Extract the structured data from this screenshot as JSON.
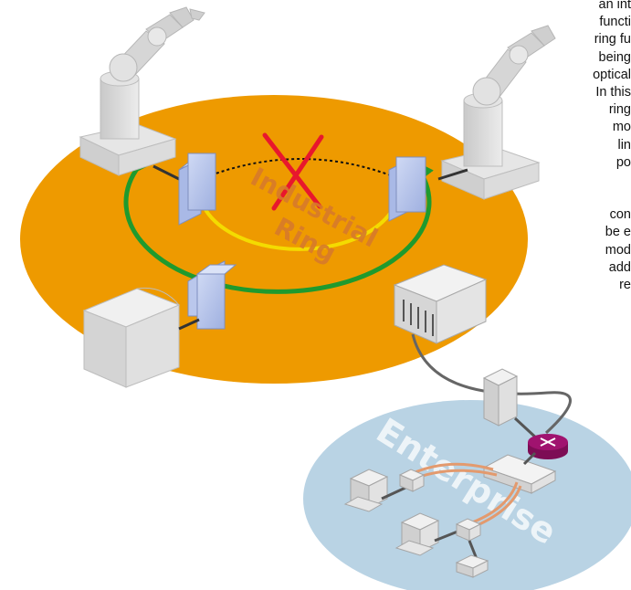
{
  "diagram": {
    "ring_label_line1": "Industrial",
    "ring_label_line2": "Ring",
    "enterprise_label": "Enterprise",
    "colors": {
      "ring_disc": "#EE9A00",
      "enterprise_disc": "#B9D3E4",
      "redundant_path": "#1F9A2E",
      "ring_path": "#F4DB00",
      "broken_link": "#111111",
      "failure_mark": "#E8172D",
      "router": "#A0136F",
      "fiber": "#E39A6E"
    }
  },
  "sidebar_text": [
    "an int",
    "functi",
    "ring fu",
    "being",
    "optical",
    "In this",
    "ring",
    "mo",
    "lin",
    "po",
    "",
    "",
    "con",
    "be e",
    "mod",
    "add",
    "re"
  ]
}
